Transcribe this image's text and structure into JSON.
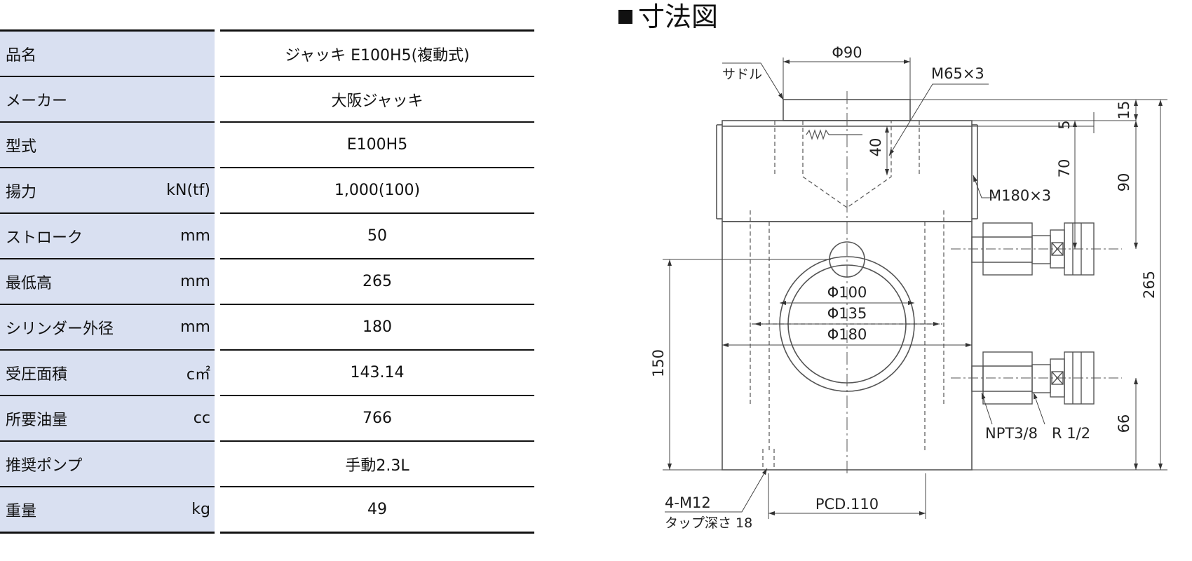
{
  "table": {
    "rows": [
      {
        "label": "品名",
        "unit": "",
        "value": "ジャッキ E100H5(複動式)"
      },
      {
        "label": "メーカー",
        "unit": "",
        "value": "大阪ジャッキ"
      },
      {
        "label": "型式",
        "unit": "",
        "value": "E100H5"
      },
      {
        "label": "揚力",
        "unit": "kN(tf)",
        "value": "1,000(100)"
      },
      {
        "label": "ストローク",
        "unit": "mm",
        "value": "50"
      },
      {
        "label": "最低高",
        "unit": "mm",
        "value": "265"
      },
      {
        "label": "シリンダー外径",
        "unit": "mm",
        "value": "180"
      },
      {
        "label": "受圧面積",
        "unit": "c㎡",
        "value": "143.14"
      },
      {
        "label": "所要油量",
        "unit": "cc",
        "value": "766"
      },
      {
        "label": "推奨ポンプ",
        "unit": "",
        "value": "手動2.3L"
      },
      {
        "label": "重量",
        "unit": "kg",
        "value": "49"
      }
    ]
  },
  "drawing": {
    "title": "寸法図",
    "labels": {
      "phi90": "Φ90",
      "saddle": "サドル",
      "m65": "M65×3",
      "m180": "M180×3",
      "d15": "15",
      "d5": "5",
      "d40": "40",
      "d70": "70",
      "d90": "90",
      "d265": "265",
      "d150": "150",
      "d66": "66",
      "phi100": "Φ100",
      "phi135": "Φ135",
      "phi180": "Φ180",
      "npt": "NPT3/8",
      "r12": "R 1/2",
      "m12": "4-M12",
      "tap": "タップ深さ 18",
      "pcd": "PCD.110"
    }
  }
}
